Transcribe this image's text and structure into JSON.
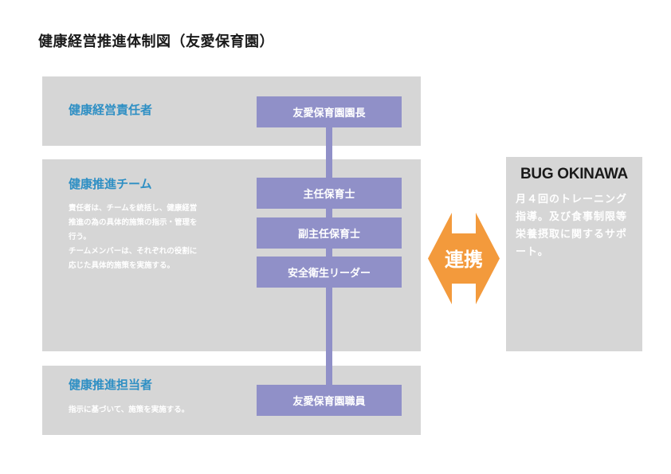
{
  "title": "健康経営推進体制図（友愛保育園）",
  "sections": {
    "manager": {
      "title": "健康経営責任者"
    },
    "team": {
      "title": "健康推進チーム",
      "description": "責任者は、チームを統括し、健康経営\n推進の為の具体的施策の指示・管理を\n行う。\nチームメンバーは、それぞれの役割に\n応じた具体的施策を実施する。"
    },
    "staff": {
      "title": "健康推進担当者",
      "description": "指示に基づいて、施策を実施する。"
    }
  },
  "roles": {
    "director": "友愛保育園園長",
    "chief": "主任保育士",
    "vice_chief": "副主任保育士",
    "safety_leader": "安全衛生リーダー",
    "staff": "友愛保育園職員"
  },
  "collaboration": {
    "label": "連携",
    "color": "#f39a3c"
  },
  "partner": {
    "name": "BUG OKINAWA",
    "description": "月４回のトレーニング指導。及び食事制限等栄養摂取に関するサポート。"
  },
  "colors": {
    "panel": "#d6d6d6",
    "role_box": "#9090c8",
    "section_title": "#2e8fc4"
  }
}
